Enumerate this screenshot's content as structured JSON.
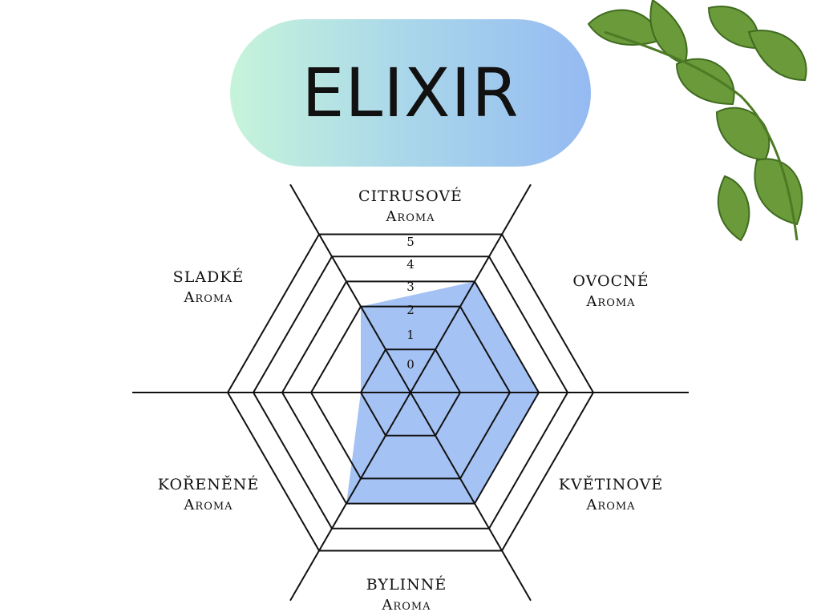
{
  "title": "ELIXIR",
  "colors": {
    "fill": "#a4c2f4",
    "line": "#111111",
    "pill_start": "#c6f4da",
    "pill_end": "#95baf2"
  },
  "decoration": {
    "icon": "hop-leaves-icon"
  },
  "chart_data": {
    "type": "radar",
    "title": "ELIXIR",
    "scale": {
      "min": 0,
      "max": 5
    },
    "ticks": [
      "0",
      "1",
      "2",
      "3",
      "4",
      "5"
    ],
    "axes": [
      {
        "name": "CITRUSOVÉ",
        "sub": "Aroma",
        "value": 2
      },
      {
        "name": "OVOCNÉ",
        "sub": "Aroma",
        "value": 3
      },
      {
        "name": "KVĚTINOVÉ",
        "sub": "Aroma",
        "value": 3
      },
      {
        "name": "BYLINNÉ",
        "sub": "Aroma",
        "value": 3
      },
      {
        "name": "KOŘENĚNÉ",
        "sub": "Aroma",
        "value": 3
      },
      {
        "name": "SLADKÉ",
        "sub": "Aroma",
        "value": 1
      }
    ]
  }
}
